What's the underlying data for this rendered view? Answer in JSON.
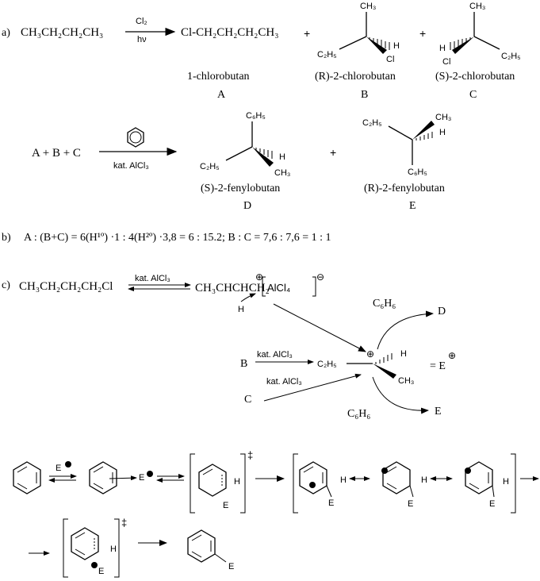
{
  "part_a": {
    "label": "a)",
    "reactant": "CH₃CH₂CH₂CH₃",
    "reagent_top": "Cl₂",
    "reagent_bottom": "hν",
    "product_A_formula": "Cl-CH₂CH₂CH₂CH₃",
    "plus": "+",
    "product_A_name": "1-chlorobutan",
    "product_A_letter": "A",
    "product_B_name": "(R)-2-chlorobutan",
    "product_B_letter": "B",
    "product_C_name": "(S)-2-chlorobutan",
    "product_C_letter": "C",
    "groups": {
      "ch3": "CH₃",
      "c2h5": "C₂H₅",
      "cl": "Cl",
      "h": "H",
      "c6h5": "C₆H₅"
    },
    "mix": "A + B + C",
    "catalyst": "kat. AlCl₃",
    "product_D_name": "(S)-2-fenylobutan",
    "product_D_letter": "D",
    "product_E_name": "(R)-2-fenylobutan",
    "product_E_letter": "E"
  },
  "part_b": {
    "label": "b)",
    "text": "A : (B+C) = 6(H¹º) ·1 : 4(H²º) ·3,8 = 6 : 15.2;   B : C = 7,6 : 7,6 = 1 : 1"
  },
  "part_c": {
    "label": "c)",
    "reactant": "CH₃CH₂CH₂CH₂Cl",
    "catalyst": "kat. AlCl₃",
    "cation": "CH₃CHCHCH₂",
    "counterion": "AlCl₄",
    "h": "H",
    "c6h6": "C₆H₆",
    "D": "D",
    "E": "E",
    "B": "B",
    "C": "C",
    "c2h5": "C₂H₅",
    "ch3": "CH₃",
    "equals_e": "= E",
    "plus_sign": "⊕",
    "minus_sign": "⊖"
  },
  "mechanism": {
    "E": "E",
    "H": "H",
    "ts": "‡"
  }
}
